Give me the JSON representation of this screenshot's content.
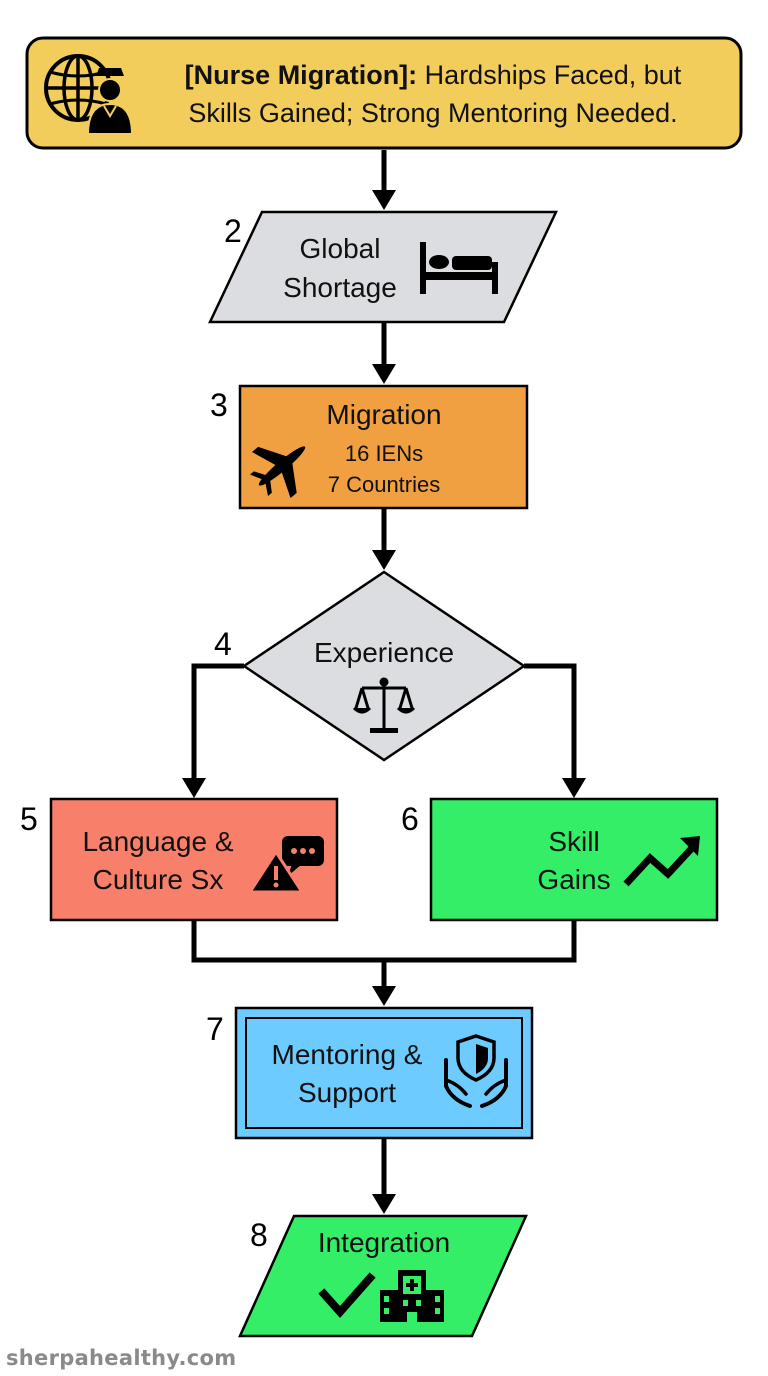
{
  "header": {
    "title_bold": "[Nurse Migration]:",
    "title_rest": " Hardships Faced, but",
    "title_line2": "Skills Gained; Strong Mentoring Needed.",
    "icon": "globe-nurse-icon",
    "color": "#f2cd5c"
  },
  "steps": {
    "s2": {
      "number": "2",
      "line1": "Global",
      "line2": "Shortage",
      "icon": "bed-icon",
      "color": "#dcdde1"
    },
    "s3": {
      "number": "3",
      "title": "Migration",
      "line1": "16 IENs",
      "line2": "7 Countries",
      "icon": "airplane-icon",
      "color": "#f0a040"
    },
    "s4": {
      "number": "4",
      "title": "Experience",
      "icon": "scales-icon",
      "color": "#dcdde1"
    },
    "s5": {
      "number": "5",
      "line1": "Language &",
      "line2": "Culture Sx",
      "icon": "warning-chat-icon",
      "color": "#f8806a"
    },
    "s6": {
      "number": "6",
      "line1": "Skill",
      "line2": "Gains",
      "icon": "trending-up-icon",
      "color": "#33ee66"
    },
    "s7": {
      "number": "7",
      "line1": "Mentoring &",
      "line2": "Support",
      "icon": "shield-hands-icon",
      "color": "#6ecbff"
    },
    "s8": {
      "number": "8",
      "title": "Integration",
      "icon": "check-hospital-icon",
      "color": "#33ee66"
    }
  },
  "watermark": "sherpahealthy.com"
}
